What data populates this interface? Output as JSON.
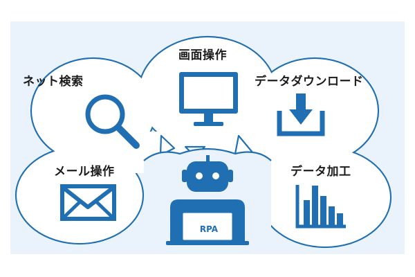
{
  "colors": {
    "accent": "#1f6fb2",
    "background": "#eaf3fb",
    "cloud_fill": "#ffffff",
    "text": "#1b1b1b"
  },
  "bubbles": {
    "screen_operation": {
      "label": "画面操作",
      "icon": "monitor-icon"
    },
    "net_search": {
      "label": "ネット検索",
      "icon": "magnifier-icon"
    },
    "data_download": {
      "label": "データダウンロード",
      "icon": "download-icon"
    },
    "mail_operation": {
      "label": "メール操作",
      "icon": "envelope-icon"
    },
    "data_processing": {
      "label": "データ加工",
      "icon": "bar-chart-icon"
    }
  },
  "robot": {
    "laptop_label": "RPA",
    "icon": "robot-icon"
  }
}
